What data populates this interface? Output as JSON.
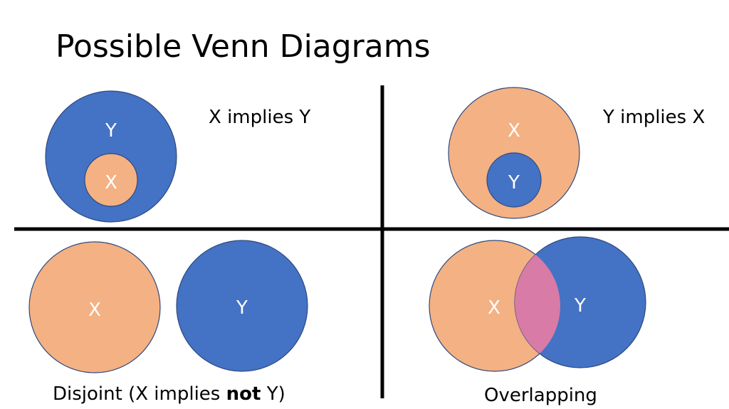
{
  "title": "Possible Venn Diagrams",
  "colors": {
    "x_fill": "#F4B183",
    "y_fill": "#4472C4",
    "intersection_fill": "#D87BA6",
    "outline": "#2F4A7F",
    "divider": "#000000",
    "circle_text": "#FFFFFF"
  },
  "quadrants": {
    "top_left": {
      "caption": "X implies Y",
      "outer_label": "Y",
      "inner_label": "X"
    },
    "top_right": {
      "caption": "Y implies X",
      "outer_label": "X",
      "inner_label": "Y"
    },
    "bottom_left": {
      "caption_before": "Disjoint (X implies ",
      "caption_bold": "not",
      "caption_after": " Y)",
      "left_label": "X",
      "right_label": "Y"
    },
    "bottom_right": {
      "caption": "Overlapping",
      "left_label": "X",
      "right_label": "Y"
    }
  }
}
